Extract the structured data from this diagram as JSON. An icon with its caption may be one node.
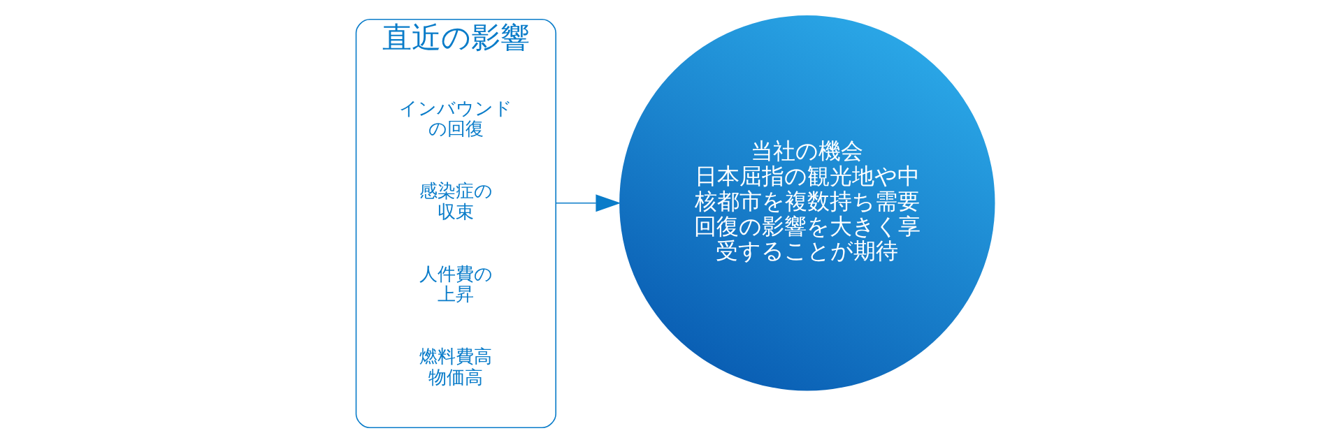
{
  "diagram": {
    "nodes": [
      {
        "text": [
          "直近の影響"
        ]
      },
      {
        "text": [
          "燃料費高物価高"
        ],
        "in": 0
      },
      {
        "text": [
          "人件費の上昇"
        ],
        "in": 0
      },
      {
        "text": [
          "感染症の収束"
        ],
        "in": 0
      },
      {
        "text": [
          "インバウンドの回復"
        ],
        "in": 0
      },
      {
        "text": [
          "当社の機会",
          "日本屈指の観光地や中核都市を複数持ち需要回復の影響を大きく享受することが期待"
        ]
      }
    ],
    "edges": [
      {
        "from": 0,
        "to": 5,
        "arrow": "to"
      }
    ]
  }
}
